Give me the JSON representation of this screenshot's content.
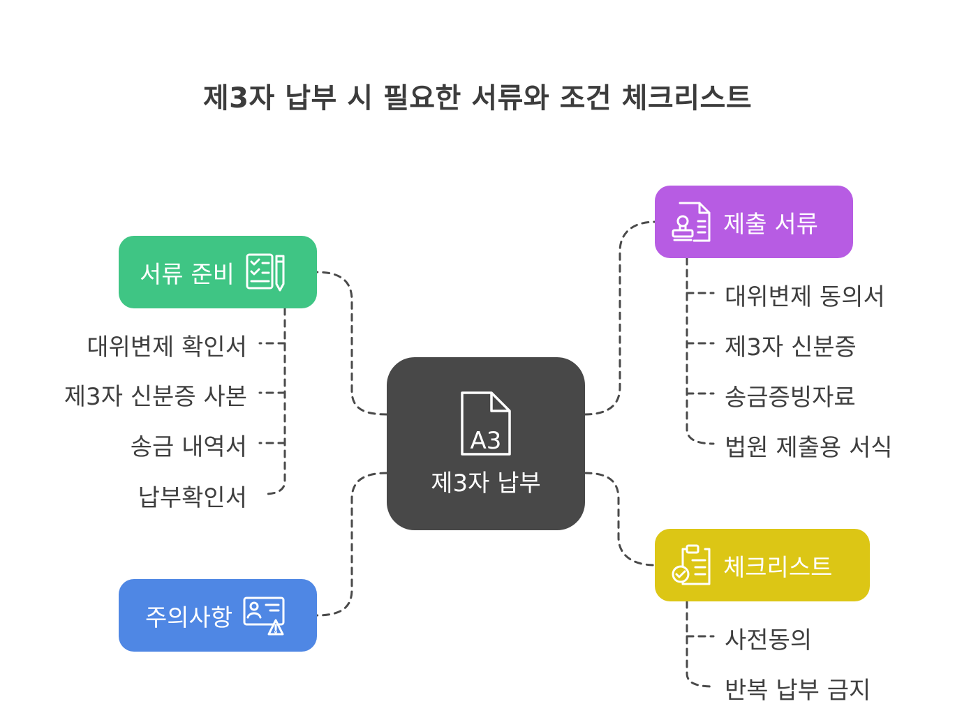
{
  "title": "제3자 납부 시 필요한 서류와 조건 체크리스트",
  "center": {
    "label": "제3자 납부",
    "icon": "document-a3-icon",
    "icon_text": "A3"
  },
  "branches": {
    "prep": {
      "label": "서류 준비",
      "icon": "checklist-pen-icon",
      "color": "#3fc584",
      "items": [
        "대위변제 확인서",
        "제3자 신분증 사본",
        "송금 내역서",
        "납부확인서"
      ]
    },
    "caution": {
      "label": "주의사항",
      "icon": "id-card-warning-icon",
      "color": "#4f87e4",
      "items": []
    },
    "submit": {
      "label": "제출 서류",
      "icon": "document-stamp-icon",
      "color": "#b75ce3",
      "items": [
        "대위변제 동의서",
        "제3자 신분증",
        "송금증빙자료",
        "법원 제출용 서식"
      ]
    },
    "checklist": {
      "label": "체크리스트",
      "icon": "clipboard-check-icon",
      "color": "#dcc615",
      "items": [
        "사전동의",
        "반복 납부 금지"
      ]
    }
  }
}
